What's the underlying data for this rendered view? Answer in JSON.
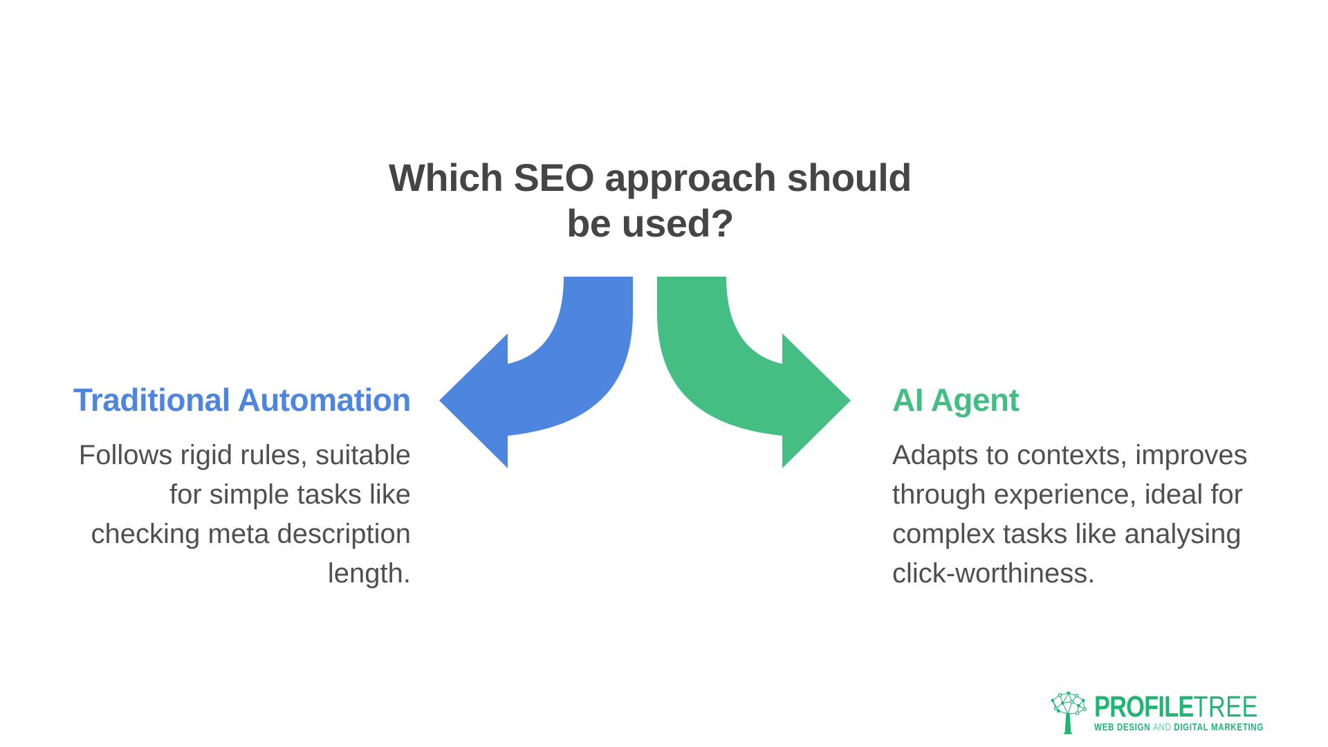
{
  "title": {
    "line1": "Which SEO approach should",
    "line2": "be used?"
  },
  "left_option": {
    "heading": "Traditional Automation",
    "body_lines": [
      "Follows rigid rules, suitable",
      "for simple tasks like",
      "checking meta description",
      "length."
    ]
  },
  "right_option": {
    "heading": "AI Agent",
    "body_lines": [
      "Adapts to contexts, improves",
      "through experience, ideal for",
      "complex tasks like analysing",
      "click-worthiness."
    ]
  },
  "arrows": {
    "left_icon": "curved-arrow-left",
    "right_icon": "curved-arrow-right",
    "left_color": "#4E85DF",
    "right_color": "#45BE84"
  },
  "logo": {
    "icon": "tree-network-icon",
    "name_bold": "PROFILE",
    "name_light": "TREE",
    "tagline": {
      "part1": "WEB DESIGN ",
      "part2": "AND ",
      "part3": "DIGITAL MARKETING"
    },
    "brand_color": "#1FB573"
  },
  "colors": {
    "background": "#FFFFFF",
    "title_text": "#454545",
    "body_text": "#4F4F4F",
    "accent_blue": "#4E85DF",
    "accent_green": "#45BE84"
  }
}
